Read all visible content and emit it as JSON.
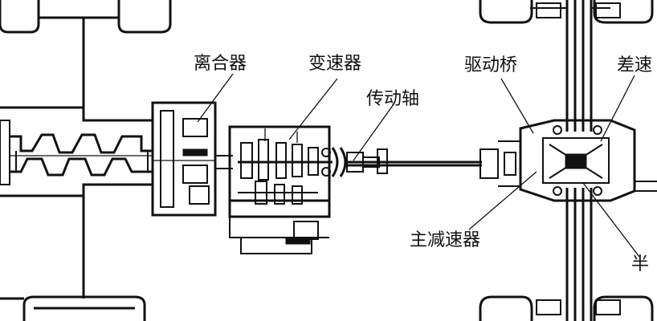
{
  "diagram": {
    "colors": {
      "ink": "#111111",
      "paper": "#ffffff"
    },
    "labels": {
      "clutch": "离合器",
      "gearbox": "变速器",
      "driveshaft": "传动轴",
      "drive_axle": "驱动桥",
      "differential": "差速",
      "final_drive": "主减速器",
      "half_shaft": "半"
    }
  }
}
